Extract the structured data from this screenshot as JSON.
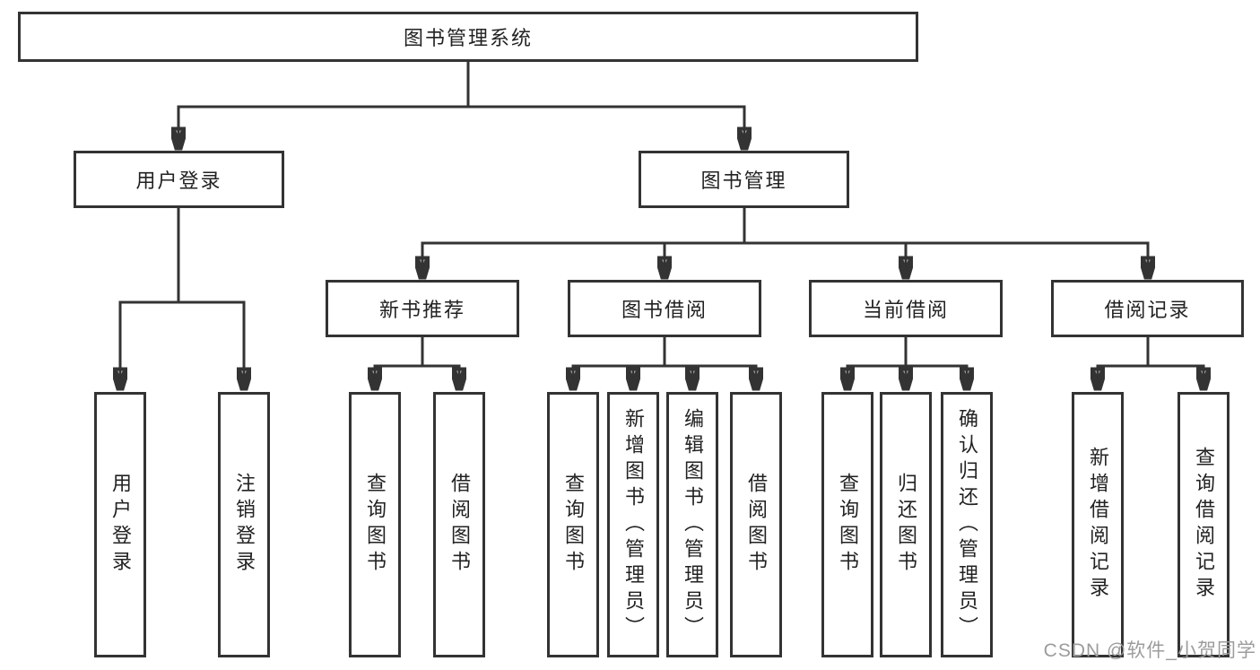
{
  "colors": {
    "line": "#333333",
    "box_border": "#333333",
    "text": "#222222",
    "watermark": "#9c9c9c",
    "background": "#ffffff"
  },
  "diagram": {
    "root": "图书管理系统",
    "level2": {
      "user_login": "用户登录",
      "book_mgmt": "图书管理"
    },
    "level3": {
      "new_books": "新书推荐",
      "borrowing": "图书借阅",
      "current": "当前借阅",
      "records": "借阅记录"
    },
    "leaves": {
      "login": "用户登录",
      "logout": "注销登录",
      "nb_query": "查询图书",
      "nb_borrow": "借阅图书",
      "bb_query": "查询图书",
      "bb_add": "新增图书（管理员）",
      "bb_edit": "编辑图书（管理员）",
      "bb_borrow": "借阅图书",
      "cb_query": "查询图书",
      "cb_return": "归还图书",
      "cb_confirm": "确认归还（管理员）",
      "br_add": "新增借阅记录",
      "br_query": "查询借阅记录"
    }
  },
  "watermark": "CSDN @软件_小贺同学"
}
